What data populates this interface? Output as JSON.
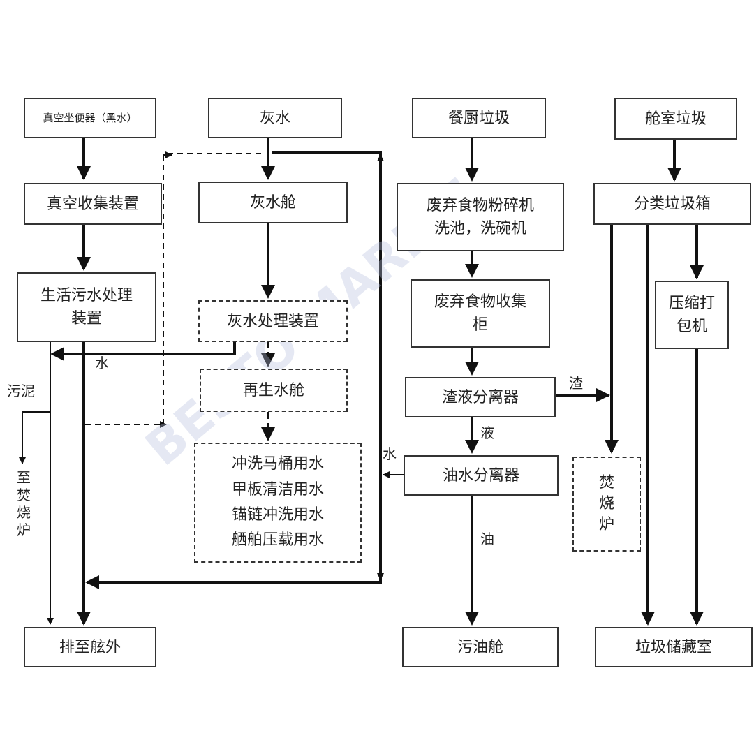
{
  "nodes": {
    "vacuum_toilet": "真空坐便器（黑水）",
    "grey_water": "灰水",
    "galley_waste": "餐厨垃圾",
    "cabin_waste": "舱室垃圾",
    "vacuum_collection": "真空收集装置",
    "grey_water_tank": "灰水舱",
    "food_grinder": "废弃食物粉碎机\n洗池，洗碗机",
    "sorting_bins": "分类垃圾箱",
    "sewage_treatment": "生活污水处理\n装置",
    "grey_water_treatment": "灰水处理装置",
    "food_collection": "废弃食物收集\n柜",
    "compactor": "压缩打\n包机",
    "regen_water_tank": "再生水舱",
    "slag_separator": "渣液分离器",
    "oil_water_separator": "油水分离器",
    "reuse_list": "冲洗马桶用水\n甲板清洁用水\n锚链冲洗用水\n舾舶压载用水",
    "incinerator": "焚\n烧\n炉",
    "discharge_overboard": "排至舷外",
    "waste_oil_tank": "污油舱",
    "garbage_storage": "垃圾储藏室"
  },
  "labels": {
    "water_1": "水",
    "sludge": "污泥",
    "to_incinerator": "至焚烧炉",
    "slag": "渣",
    "liquid": "液",
    "water_2": "水",
    "oil": "油"
  },
  "watermark": "BESTO MARINE"
}
